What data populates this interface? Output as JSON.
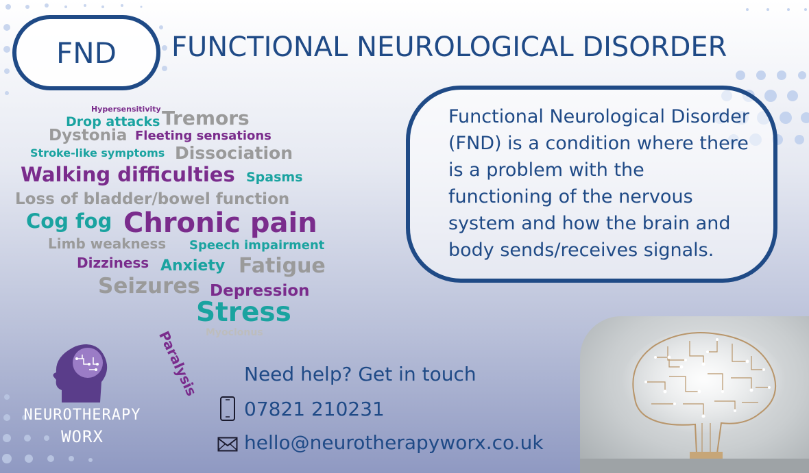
{
  "header": {
    "badge": "FND",
    "title": "FUNCTIONAL NEUROLOGICAL DISORDER"
  },
  "description": "Functional Neurological Disorder (FND) is a condition where there is a problem with the functioning of the nervous system and how the brain and body sends/receives signals.",
  "word_cloud": [
    {
      "text": "Hypersensitivity",
      "color": "#7a2c8c"
    },
    {
      "text": "Tremors",
      "color": "#9a9a9a"
    },
    {
      "text": "Drop attacks",
      "color": "#1aa3a0"
    },
    {
      "text": "Dystonia",
      "color": "#9a9a9a"
    },
    {
      "text": "Fleeting sensations",
      "color": "#7a2c8c"
    },
    {
      "text": "Stroke-like symptoms",
      "color": "#1aa3a0"
    },
    {
      "text": "Dissociation",
      "color": "#9a9a9a"
    },
    {
      "text": "Walking difficulties",
      "color": "#7a2c8c"
    },
    {
      "text": "Spasms",
      "color": "#1aa3a0"
    },
    {
      "text": "Loss of bladder/bowel function",
      "color": "#9a9a9a"
    },
    {
      "text": "Cog fog",
      "color": "#1aa3a0"
    },
    {
      "text": "Chronic pain",
      "color": "#7a2c8c"
    },
    {
      "text": "Limb weakness",
      "color": "#9a9a9a"
    },
    {
      "text": "Speech impairment",
      "color": "#1aa3a0"
    },
    {
      "text": "Dizziness",
      "color": "#7a2c8c"
    },
    {
      "text": "Anxiety",
      "color": "#1aa3a0"
    },
    {
      "text": "Fatigue",
      "color": "#9a9a9a"
    },
    {
      "text": "Seizures",
      "color": "#9a9a9a"
    },
    {
      "text": "Depression",
      "color": "#7a2c8c"
    },
    {
      "text": "Paralysis",
      "color": "#7a2c8c"
    },
    {
      "text": "Stress",
      "color": "#1aa3a0"
    },
    {
      "text": "Myoclonus",
      "color": "#bdbdbd"
    }
  ],
  "logo": {
    "line1": "NEUROTHERAPY",
    "line2": "WORX"
  },
  "contact": {
    "heading": "Need help? Get in touch",
    "phone": "07821 210231",
    "email": "hello@neurotherapyworx.co.uk",
    "phone_icon": "phone-icon",
    "email_icon": "envelope-icon"
  },
  "colors": {
    "primary": "#1f4a86",
    "purple": "#7a2c8c",
    "teal": "#1aa3a0",
    "grey": "#9a9a9a"
  }
}
